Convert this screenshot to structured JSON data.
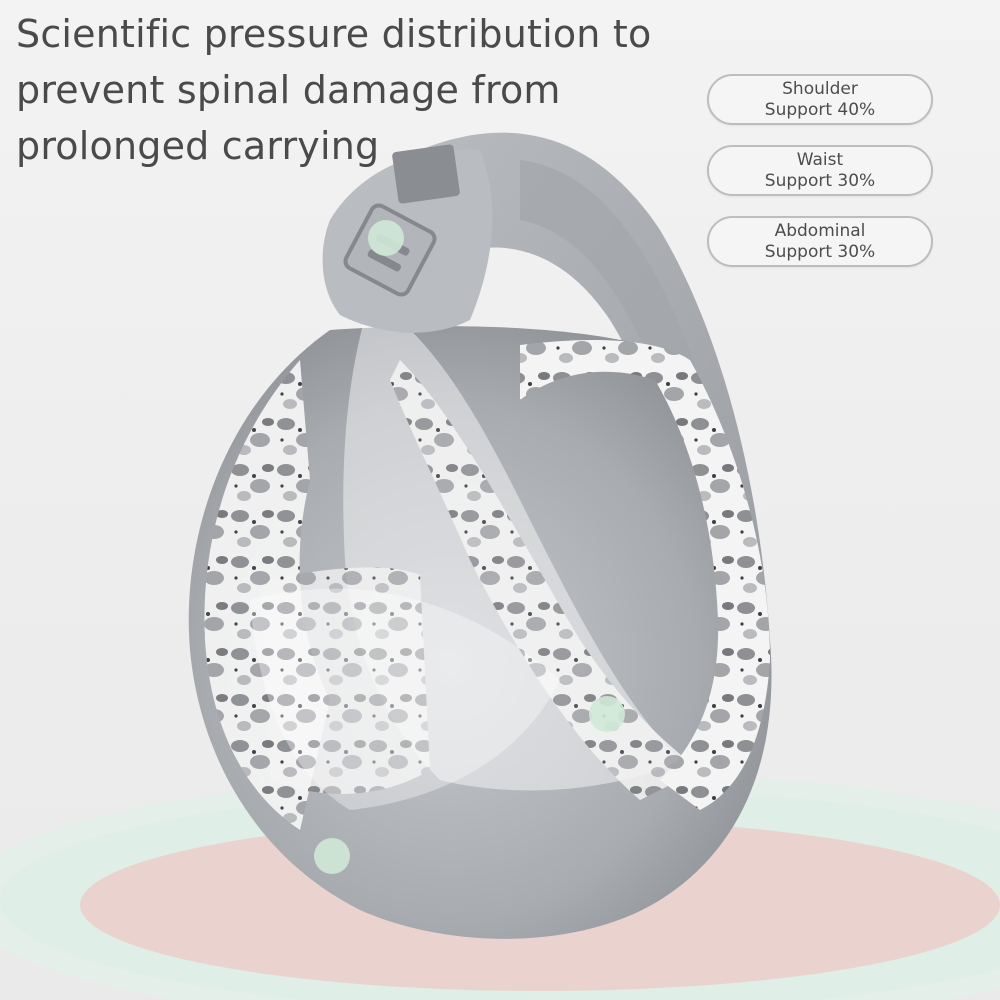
{
  "headline": {
    "line1": "Scientific pressure distribution to",
    "line2": "prevent spinal damage from",
    "line3": "prolonged carrying"
  },
  "support_badges": [
    {
      "line1": "Shoulder",
      "line2": "Support 40%"
    },
    {
      "line1": "Waist",
      "line2": "Support 30%"
    },
    {
      "line1": "Abdominal",
      "line2": "Support 30%"
    }
  ],
  "colors": {
    "background": "#f1f1f1",
    "text": "#4a4a4a",
    "sling_gray": "#a9acb1",
    "pressure_dot": "#cfe8d6",
    "platform_mint": "#dfeee6",
    "platform_pink": "#ead3cf"
  },
  "icons": {
    "pressure_point": "green-dot-marker"
  }
}
